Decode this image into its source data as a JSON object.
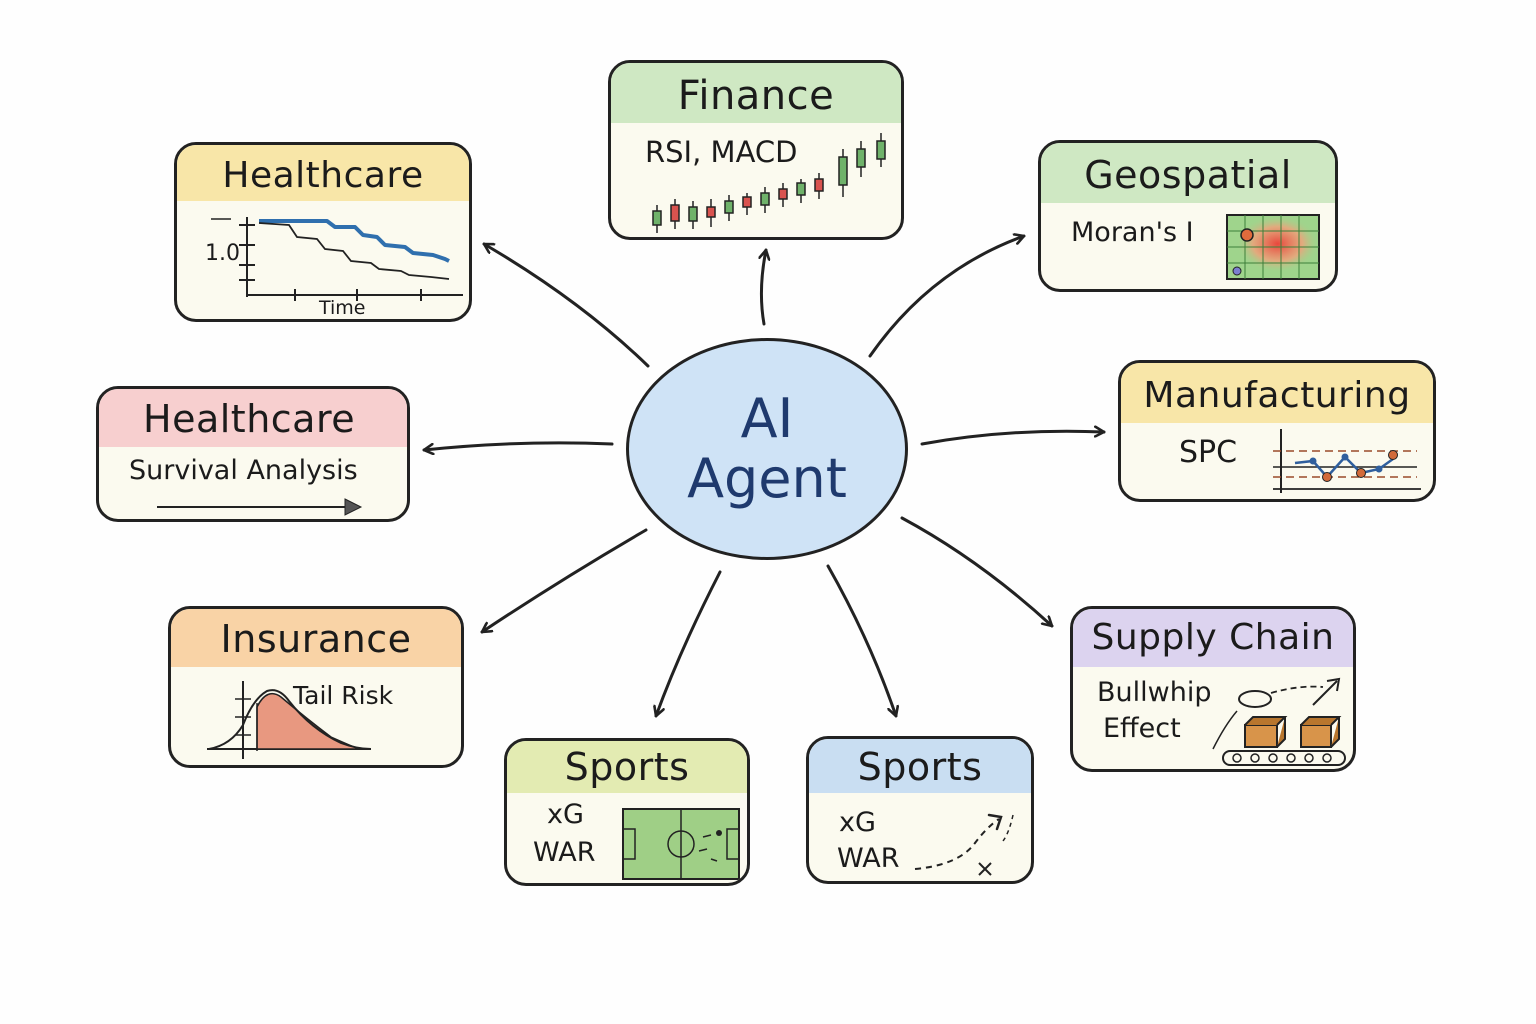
{
  "center": {
    "line1": "AI",
    "line2": "Agent"
  },
  "nodes": {
    "healthcare_km": {
      "title": "Healthcare",
      "ytick": "1.0",
      "xlabel": "Time",
      "header_color": "#f8e6a8"
    },
    "finance": {
      "title": "Finance",
      "subtitle": "RSI, MACD",
      "header_color": "#cfe8c3"
    },
    "geospatial": {
      "title": "Geospatial",
      "subtitle": "Moran's I",
      "header_color": "#cfe8c3"
    },
    "healthcare_survival": {
      "title": "Healthcare",
      "subtitle": "Survival Analysis",
      "header_color": "#f7cfcf"
    },
    "manufacturing": {
      "title": "Manufacturing",
      "subtitle": "SPC",
      "header_color": "#f8e6a8"
    },
    "insurance": {
      "title": "Insurance",
      "subtitle": "Tail Risk",
      "header_color": "#f9d3a6"
    },
    "sports_field": {
      "title": "Sports",
      "line1": "xG",
      "line2": "WAR",
      "header_color": "#e3ebb2"
    },
    "sports_play": {
      "title": "Sports",
      "line1": "xG",
      "line2": "WAR",
      "header_color": "#c9def2"
    },
    "supply_chain": {
      "title": "Supply Chain",
      "line1": "Bullwhip",
      "line2": "Effect",
      "header_color": "#dcd3ef"
    }
  }
}
